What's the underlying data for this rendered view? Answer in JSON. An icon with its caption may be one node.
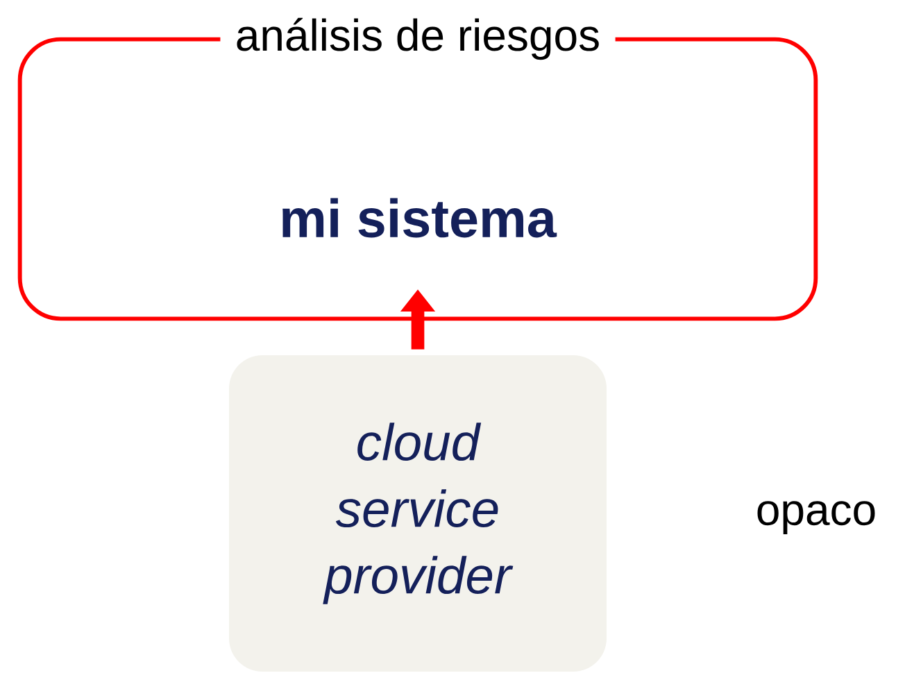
{
  "diagram": {
    "nodes": [
      {
        "text": [
          "análisis de riesgos",
          "mi sistema"
        ]
      },
      {
        "text": [
          "cloud service provider"
        ]
      }
    ],
    "edges": [
      {
        "from": 1,
        "to": 0,
        "arrow": "to",
        "color": "#ff0000"
      }
    ],
    "labels": [
      "opaco"
    ]
  }
}
